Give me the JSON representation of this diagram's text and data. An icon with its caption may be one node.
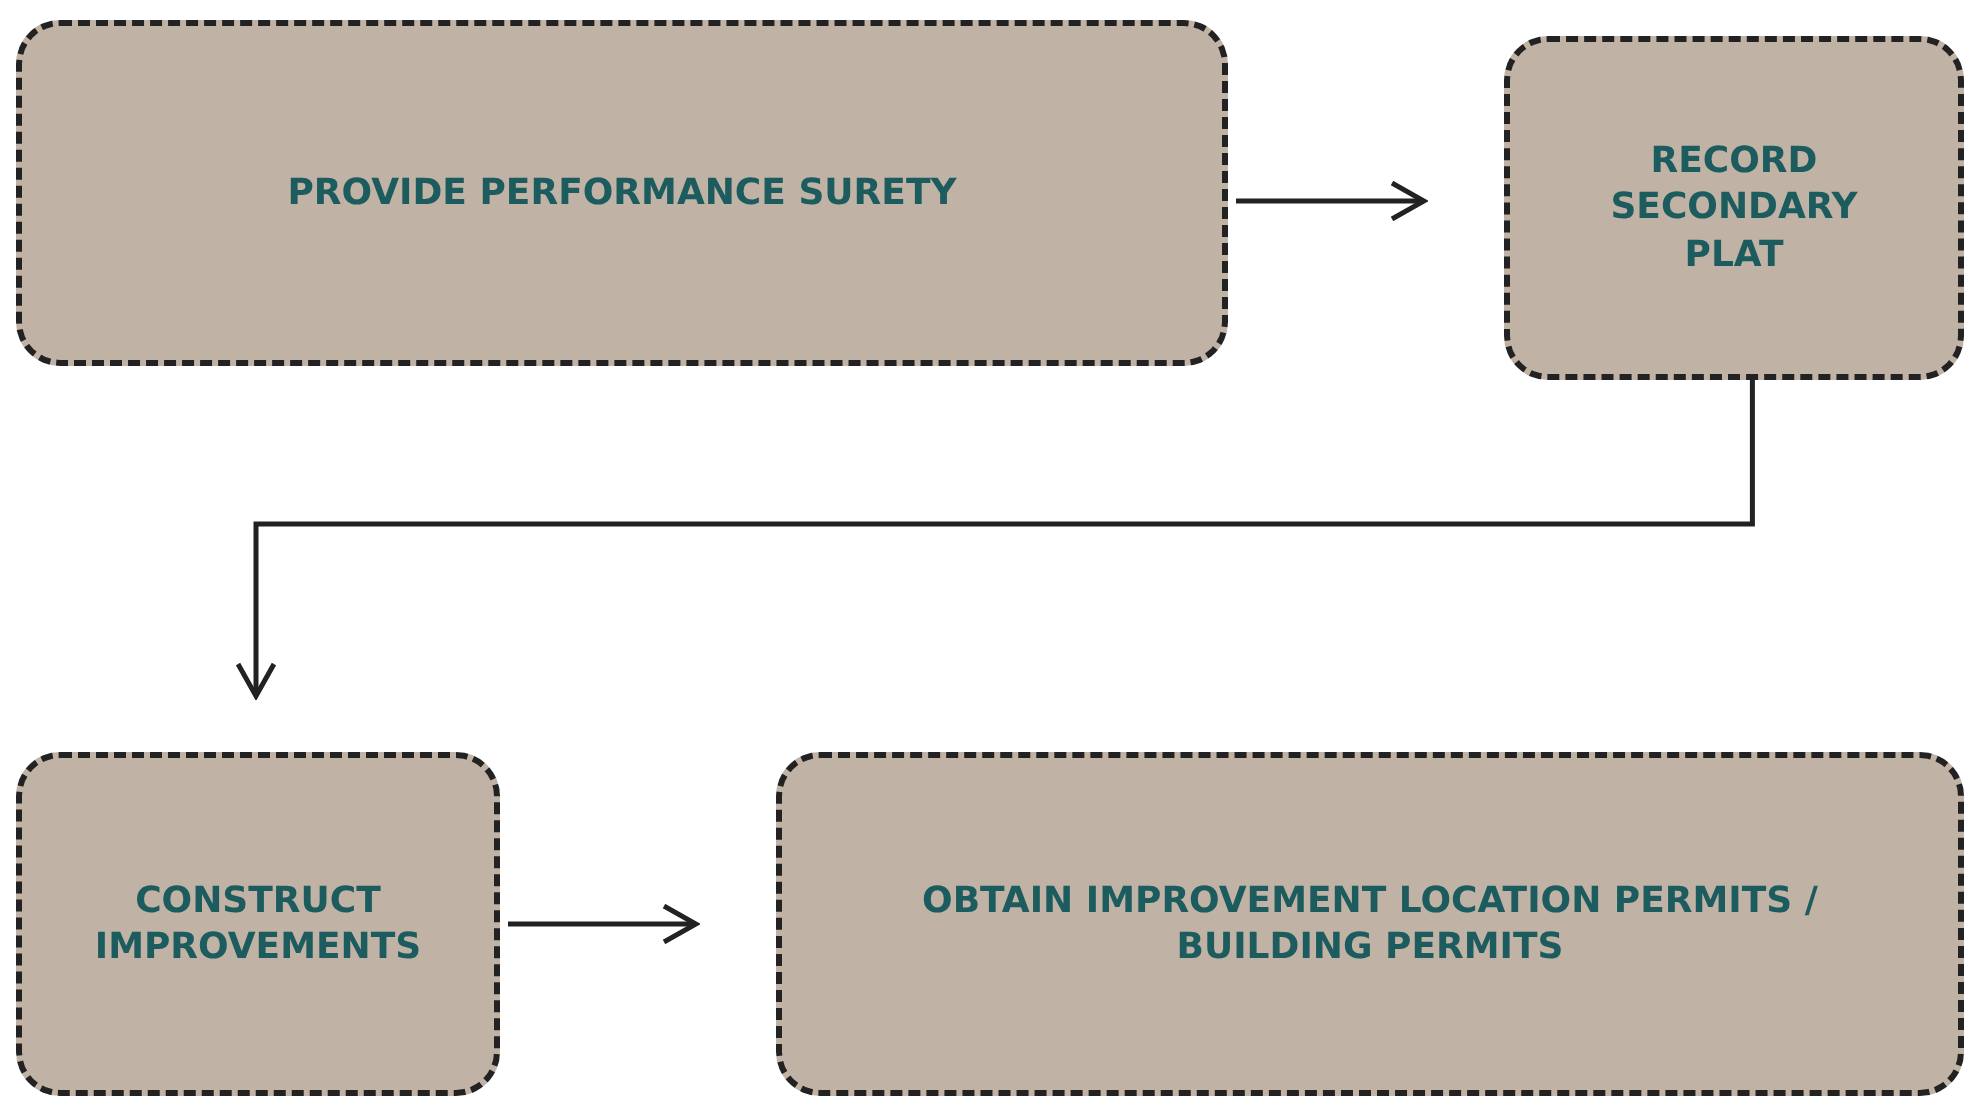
{
  "diagram": {
    "nodes": [
      {
        "text": [
          "PROVIDE PERFORMANCE SURETY"
        ]
      },
      {
        "text": [
          "RECORD SECONDARY PLAT"
        ]
      },
      {
        "text": [
          "CONSTRUCT IMPROVEMENTS"
        ]
      },
      {
        "text": [
          "OBTAIN IMPROVEMENT LOCATION PERMITS / BUILDING PERMITS"
        ]
      }
    ],
    "edges": [
      {
        "from": 0,
        "to": 1,
        "arrow": "to"
      },
      {
        "from": 1,
        "to": 2,
        "arrow": "to"
      },
      {
        "from": 2,
        "to": 3,
        "arrow": "to"
      }
    ]
  }
}
